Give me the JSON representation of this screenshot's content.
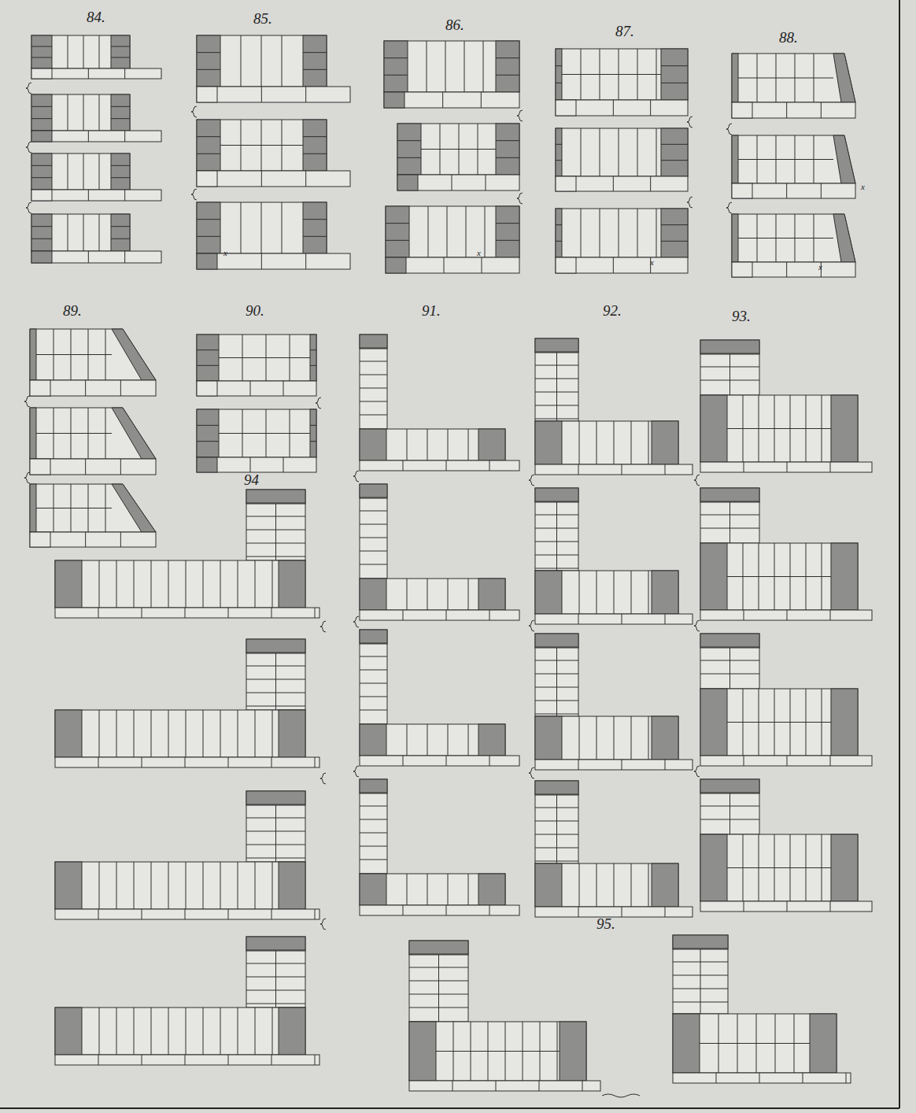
{
  "diagram": {
    "labels": [
      "84.",
      "85.",
      "86.",
      "87.",
      "88.",
      "89.",
      "90.",
      "91.",
      "92.",
      "93.",
      "94",
      "95.",
      "x",
      "x",
      "x",
      "x",
      "x"
    ]
  }
}
